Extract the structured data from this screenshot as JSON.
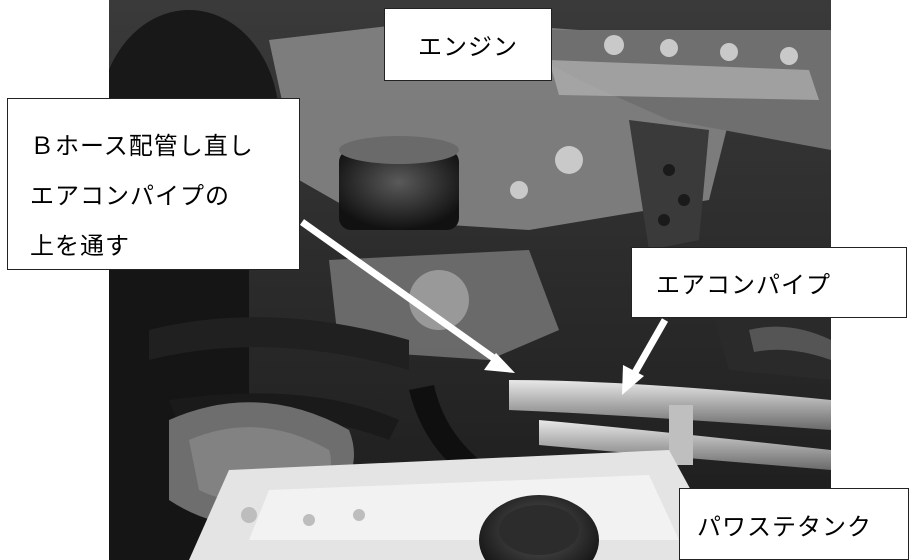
{
  "photo": {
    "description_icon": "engine-bay-photo",
    "tone": "grayscale"
  },
  "labels": {
    "engine": "エンジン",
    "hose_line1": "Ｂホース配管し直し",
    "hose_line2": "エアコンパイプの",
    "hose_line3": "上を通す",
    "aircon_pipe": "エアコンパイプ",
    "power_steering_tank": "パワステタンク"
  },
  "colors": {
    "arrow": "#ffffff",
    "label_background": "#ffffff",
    "label_border": "#222222"
  }
}
